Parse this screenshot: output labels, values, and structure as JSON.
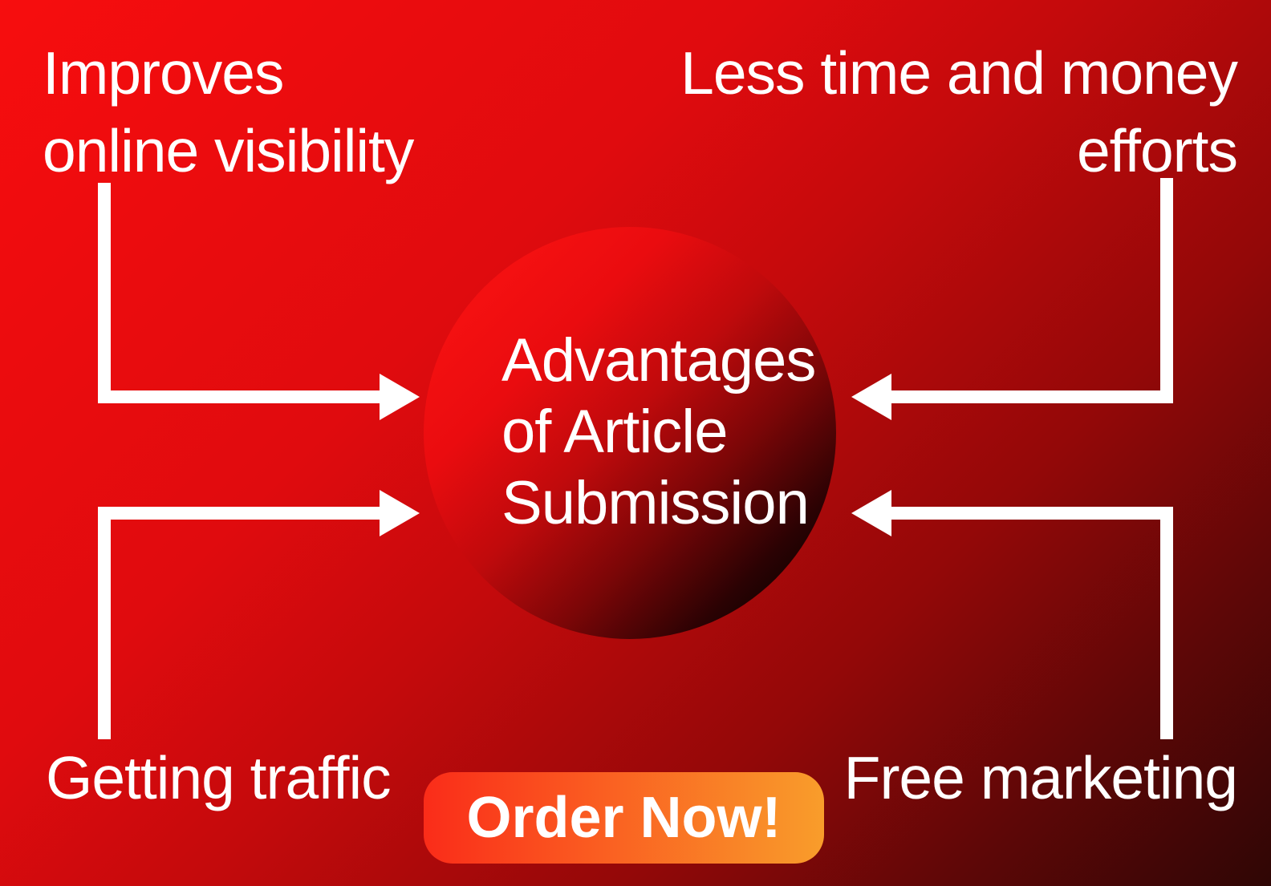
{
  "title": {
    "lines": [
      "Advantages",
      "of Article",
      "Submission"
    ]
  },
  "labels": {
    "top_left": {
      "line1": "Improves",
      "line2": "online visibility"
    },
    "top_right": {
      "line1": "Less time and money",
      "line2": "efforts"
    },
    "bottom_left": {
      "text": "Getting traffic"
    },
    "bottom_right": {
      "text": "Free marketing"
    }
  },
  "cta": {
    "label": "Order Now!"
  },
  "icons": {
    "arrow_heads": [
      "arrowhead-right-icon",
      "arrowhead-right-icon",
      "arrowhead-left-icon",
      "arrowhead-left-icon"
    ]
  },
  "colors": {
    "background_top_left": "#f70d0e",
    "background_mid": "#c40a0c",
    "background_bottom_right": "#2f0605",
    "circle_top_left": "#ff1413",
    "circle_bottom_right": "#000000",
    "arrow": "#ffffff",
    "text": "#ffffff",
    "button_left": "#fa2c19",
    "button_right": "#f99d2b",
    "button_text": "#ffffff"
  }
}
